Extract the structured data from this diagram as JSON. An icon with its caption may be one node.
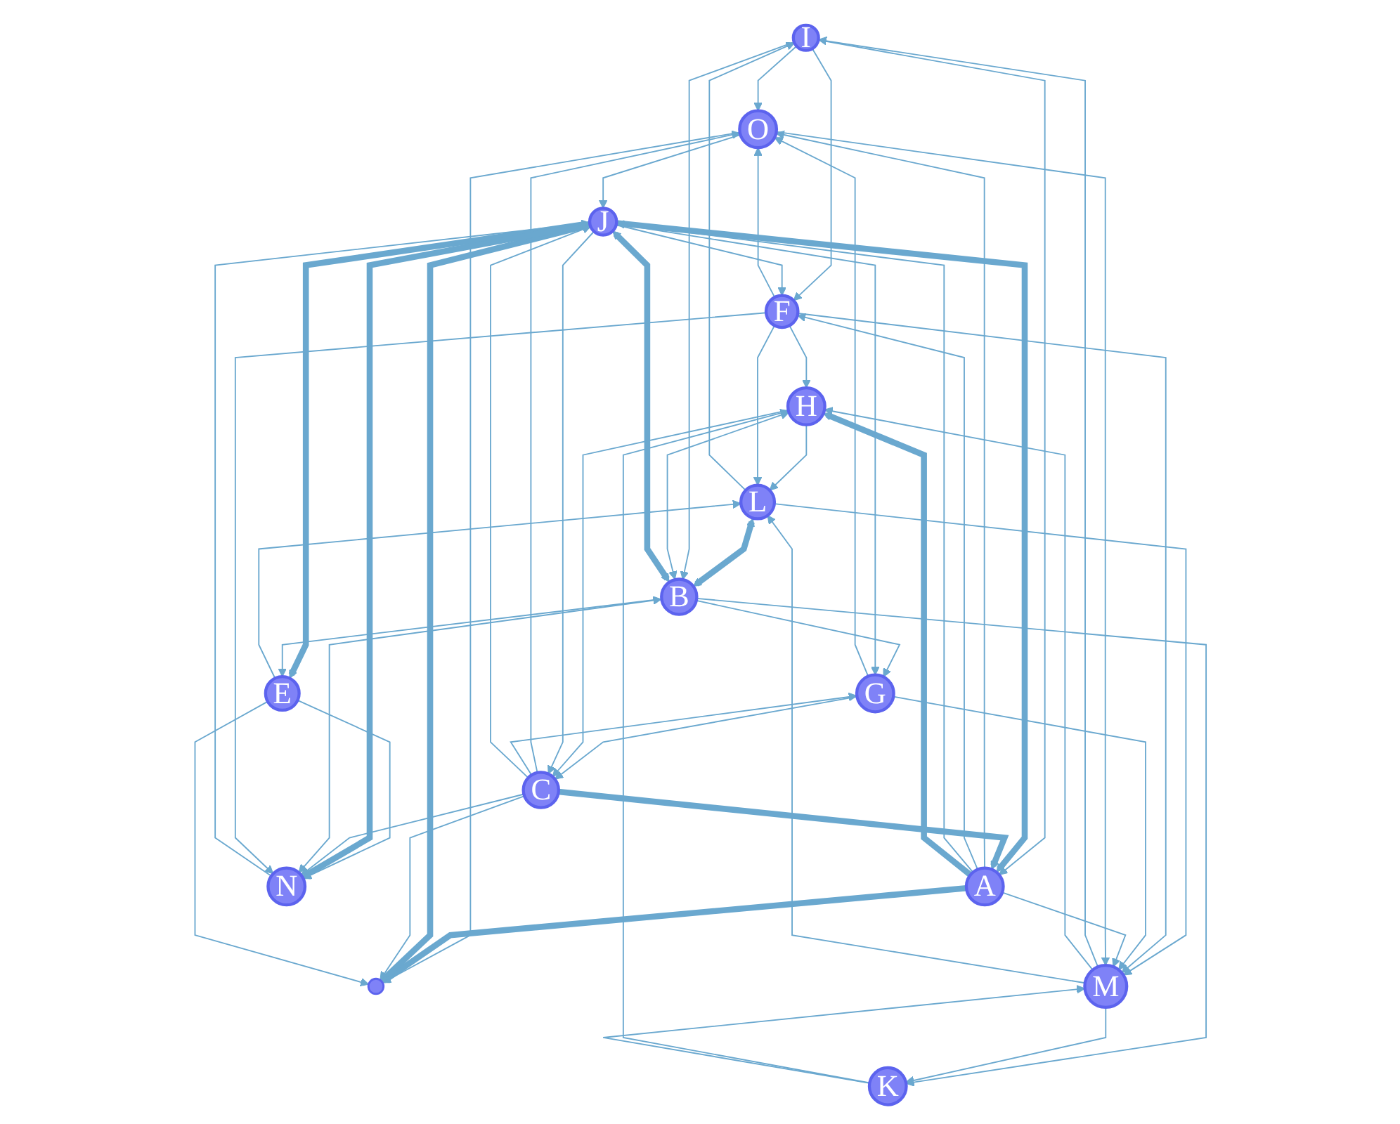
{
  "diagram": {
    "nodes": [
      {
        "text": [
          "I"
        ]
      },
      {
        "text": [
          "O"
        ]
      },
      {
        "text": [],
        "shape": "circle"
      },
      {
        "text": [
          "F"
        ]
      },
      {
        "text": [
          "A"
        ]
      },
      {
        "text": [
          "J"
        ]
      },
      {
        "text": [
          "C"
        ]
      },
      {
        "text": [
          "M"
        ]
      },
      {
        "text": [
          "L"
        ]
      },
      {
        "text": [
          "E"
        ]
      },
      {
        "text": [
          "G"
        ]
      },
      {
        "text": [
          "K"
        ]
      },
      {
        "text": [
          "H"
        ]
      },
      {
        "text": [
          "B"
        ]
      },
      {
        "text": [
          "N"
        ]
      }
    ],
    "edges": [
      {
        "from": 0,
        "to": 1,
        "arrow": "to"
      },
      {
        "from": 1,
        "to": 2,
        "arrow": "to"
      },
      {
        "from": 4,
        "to": 2,
        "arrow": "to",
        "style": "thick"
      },
      {
        "from": 5,
        "to": 2,
        "arrow": "to",
        "style": "thick"
      },
      {
        "from": 6,
        "to": 2,
        "arrow": "to"
      },
      {
        "from": 0,
        "to": 3,
        "arrow": "to"
      },
      {
        "from": 3,
        "to": 1,
        "arrow": "to"
      },
      {
        "from": 0,
        "to": 4,
        "arrow": "to"
      },
      {
        "from": 4,
        "to": 1,
        "arrow": "to"
      },
      {
        "from": 4,
        "to": 3,
        "arrow": "to"
      },
      {
        "from": 5,
        "to": 3,
        "arrow": "to"
      },
      {
        "from": 5,
        "to": 4,
        "arrow": "to",
        "style": "thick"
      },
      {
        "from": 4,
        "to": 5,
        "arrow": "to"
      },
      {
        "from": 1,
        "to": 5,
        "arrow": "to"
      },
      {
        "from": 6,
        "to": 1,
        "arrow": "to"
      },
      {
        "from": 10,
        "to": 1,
        "arrow": "to"
      },
      {
        "from": 7,
        "to": 0,
        "arrow": "to"
      },
      {
        "from": 8,
        "to": 0,
        "arrow": "to"
      },
      {
        "from": 5,
        "to": 9,
        "arrow": "both",
        "style": "thick"
      },
      {
        "from": 9,
        "to": 14,
        "arrow": "to"
      },
      {
        "from": 5,
        "to": 14,
        "arrow": "to",
        "style": "thick"
      },
      {
        "from": 14,
        "to": 5,
        "arrow": "to"
      },
      {
        "from": 6,
        "to": 14,
        "arrow": "to"
      },
      {
        "from": 13,
        "to": 14,
        "arrow": "both"
      },
      {
        "from": 13,
        "to": 11,
        "arrow": "to"
      },
      {
        "from": 11,
        "to": 12,
        "arrow": "to"
      },
      {
        "from": 7,
        "to": 11,
        "arrow": "to"
      },
      {
        "from": 11,
        "to": 7,
        "arrow": "to"
      },
      {
        "from": 7,
        "to": 12,
        "arrow": "to"
      },
      {
        "from": 8,
        "to": 7,
        "arrow": "to"
      },
      {
        "from": 7,
        "to": 8,
        "arrow": "to"
      },
      {
        "from": 9,
        "to": 8,
        "arrow": "to"
      },
      {
        "from": 12,
        "to": 8,
        "arrow": "to"
      },
      {
        "from": 4,
        "to": 12,
        "arrow": "to",
        "style": "thick"
      },
      {
        "from": 13,
        "to": 12,
        "arrow": "both"
      },
      {
        "from": 13,
        "to": 5,
        "arrow": "both",
        "style": "thick"
      },
      {
        "from": 6,
        "to": 10,
        "arrow": "to"
      },
      {
        "from": 10,
        "to": 6,
        "arrow": "to"
      },
      {
        "from": 13,
        "to": 10,
        "arrow": "to"
      },
      {
        "from": 13,
        "to": 9,
        "arrow": "to"
      },
      {
        "from": 3,
        "to": 12,
        "arrow": "to"
      },
      {
        "from": 3,
        "to": 8,
        "arrow": "to"
      },
      {
        "from": 3,
        "to": 7,
        "arrow": "to"
      },
      {
        "from": 10,
        "to": 7,
        "arrow": "to"
      },
      {
        "from": 8,
        "to": 13,
        "arrow": "both",
        "style": "thick"
      },
      {
        "from": 12,
        "to": 6,
        "arrow": "to"
      },
      {
        "from": 6,
        "to": 5,
        "arrow": "to"
      },
      {
        "from": 5,
        "to": 6,
        "arrow": "to"
      },
      {
        "from": 5,
        "to": 10,
        "arrow": "to"
      },
      {
        "from": 3,
        "to": 14,
        "arrow": "to"
      },
      {
        "from": 0,
        "to": 13,
        "arrow": "to"
      },
      {
        "from": 6,
        "to": 4,
        "arrow": "to",
        "style": "thick"
      },
      {
        "from": 4,
        "to": 7,
        "arrow": "to"
      },
      {
        "from": 1,
        "to": 7,
        "arrow": "to"
      },
      {
        "from": 9,
        "to": 2,
        "arrow": "to"
      }
    ]
  }
}
